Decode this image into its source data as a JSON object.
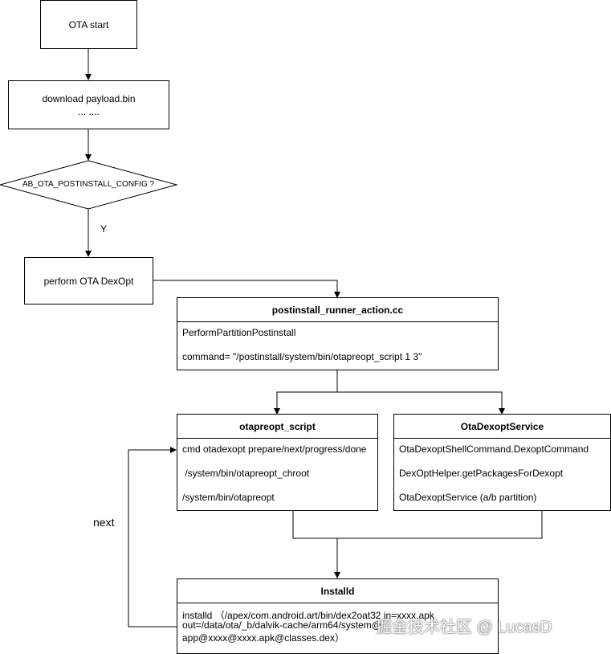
{
  "nodes": {
    "ota_start": "OTA start",
    "download": {
      "line1": "download payload.bin",
      "line2": "... ...."
    },
    "decision": "AB_OTA_POSTINSTALL_CONFIG ?",
    "perform": "perform OTA DexOpt",
    "postinstall": {
      "title": "postinstall_runner_action.cc",
      "rows": [
        "PerformPartitionPostinstall",
        "command= \"/postinstall/system/bin/otapreopt_script 1 3\""
      ]
    },
    "otapreopt_script": {
      "title": "otapreopt_script",
      "rows": [
        "cmd otadexopt prepare/next/progress/done",
        " /system/bin/otapreopt_chroot",
        "/system/bin/otapreopt"
      ]
    },
    "ota_dexopt_service": {
      "title": "OtaDexoptService",
      "rows": [
        "OtaDexoptShellCommand.DexoptCommand",
        "DexOptHelper.getPackagesForDexopt",
        "OtaDexoptService (a/b partition)"
      ]
    },
    "installd": {
      "title": "Installd",
      "rows": [
        "installd （/apex/com.android.art/bin/dex2oat32 in=xxxx.apk",
        "out=/data/ota/_b/dalvik-cache/arm64/system@",
        "app@xxxx@xxxx.apk@classes.dex）"
      ]
    }
  },
  "labels": {
    "yes": "Y",
    "next": "next"
  },
  "watermark": "掘金技术社区 @ LucasD"
}
